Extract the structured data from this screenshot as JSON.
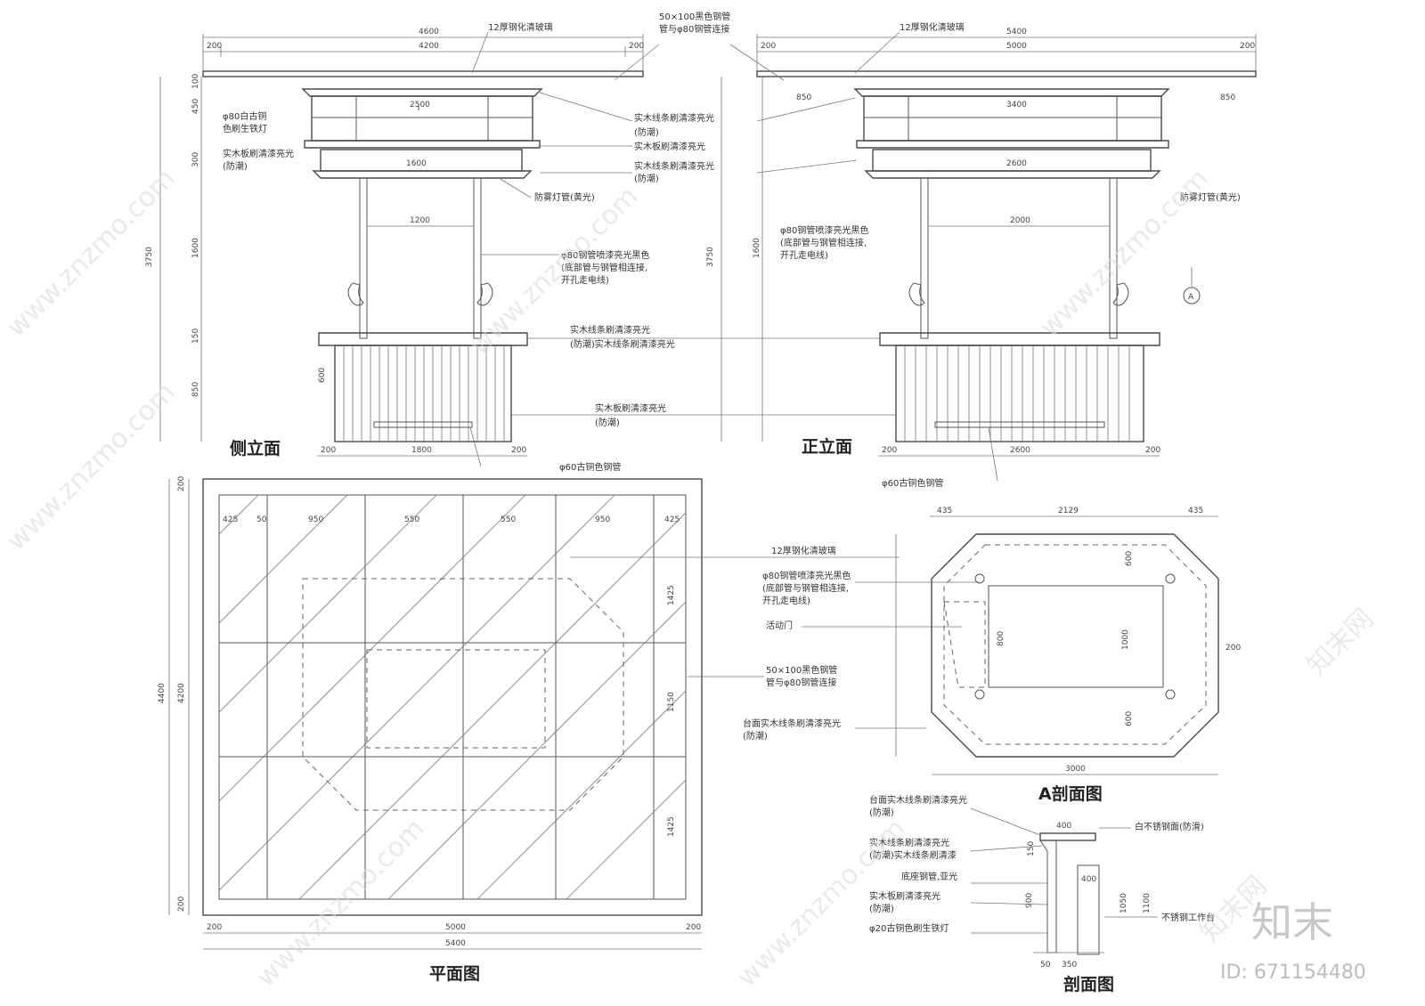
{
  "views": {
    "side_elevation": "侧立面",
    "front_elevation": "正立面",
    "plan": "平面图",
    "section_a": "A剖面图",
    "section": "剖面图"
  },
  "dims": {
    "side_top_total": "4600",
    "side_top_inner": "4200",
    "side_top_left": "200",
    "side_top_right": "200",
    "side_2500": "2500",
    "side_850": "850",
    "side_1600": "1600",
    "side_1200": "1200",
    "side_bottom_1800": "1800",
    "side_bottom_200a": "200",
    "side_bottom_200b": "200",
    "front_top_total": "5400",
    "front_top_inner": "5000",
    "front_top_left": "200",
    "front_top_right": "200",
    "front_3400": "3400",
    "front_2000": "2000",
    "front_2600": "2600",
    "front_850a": "850",
    "front_850b": "850",
    "front_bottom_200a": "200",
    "front_bottom_200b": "200",
    "height_3750": "3750",
    "height_3750b": "3750",
    "height_1600": "1600",
    "height_1600b": "1600",
    "v_100": "100",
    "v_150": "150",
    "v_450": "450",
    "v_300": "300",
    "v_200": "200",
    "v_600": "600",
    "v_850": "850",
    "plan_425": "425",
    "plan_50": "50",
    "plan_950": "950",
    "plan_550": "550",
    "plan_4400": "4400",
    "plan_4200": "4200",
    "plan_200": "200",
    "plan_5000": "5000",
    "plan_5400": "5400",
    "plan_1150": "1150",
    "plan_1425": "1425",
    "a_435": "435",
    "a_2129": "2129",
    "a_435b": "435",
    "a_3000": "3000",
    "a_800": "800",
    "a_1000": "1000",
    "a_200": "200",
    "a_600": "600",
    "a_600b": "600",
    "sec_400": "400",
    "sec_150": "150",
    "sec_900": "900",
    "sec_1050": "1050",
    "sec_1100": "1100",
    "sec_400b": "400",
    "sec_50": "50",
    "sec_350": "350"
  },
  "notes": {
    "glass_top": "12厚钢化清玻璃",
    "steel_pipe": "50×100黑色钢管",
    "steel_pipe_2": "管与φ80钢管连接",
    "top_wood": "实木线条刷清漆亮光",
    "top_wood_2": "(防潮)",
    "top_wood_3": "实木线条刷清漆亮光",
    "top_wood_4": "(防潮)",
    "wood_board": "实木板刷清漆亮光",
    "wood_board_2": "(防潮)",
    "lamp_left": "φ80白古铜",
    "lamp_left_2": "色刷生铁灯",
    "hidden_light": "防雾灯管(黄光)",
    "hidden_light_b": "防雾灯管(黄光)",
    "brass_pipe": "φ80钢管喷漆亮光黑色",
    "brass_pipe_2": "(底部管与钢管相连接,",
    "brass_pipe_3": "开孔走电线)",
    "counter_top": "实木线条刷清漆亮光",
    "counter_top_2": "(防潮)实木线条刷清漆亮光",
    "bottom_board": "实木板刷清漆亮光",
    "bottom_board_2": "(防潮)",
    "brass_rail": "φ60古铜色钢管",
    "brass_rail_front": "φ60古铜色钢管",
    "plan_glass": "12厚钢化清玻璃",
    "plan_pipe": "φ80钢管喷漆亮光黑色",
    "plan_pipe_2": "(底部管与钢管相连接,",
    "plan_pipe_3": "开孔走电线)",
    "plan_door": "活动门",
    "plan_steel": "50×100黑色钢管",
    "plan_steel_2": "管与φ80钢管连接",
    "plan_counter": "台面实木线条刷清漆亮光",
    "plan_counter_2": "(防潮)",
    "sec_counter": "台面实木线条刷清漆亮光",
    "sec_counter_2": "(防潮)",
    "sec_stainless": "白不锈钢面(防滑)",
    "sec_wood": "实木线条刷清漆亮光",
    "sec_wood_2": "(防潮)实木线条刷清漆",
    "sec_base": "底座钢管,亚光",
    "sec_board": "实木板刷清漆亮光",
    "sec_board_2": "(防潮)",
    "sec_rail": "φ20古铜色刷生铁灯",
    "sec_table": "不锈钢工作台",
    "callout": "A"
  },
  "brand": {
    "logo": "知末",
    "image_id": "ID: 671154480",
    "watermark_url": "www.znzmo.com",
    "watermark_cn": "知末网"
  }
}
